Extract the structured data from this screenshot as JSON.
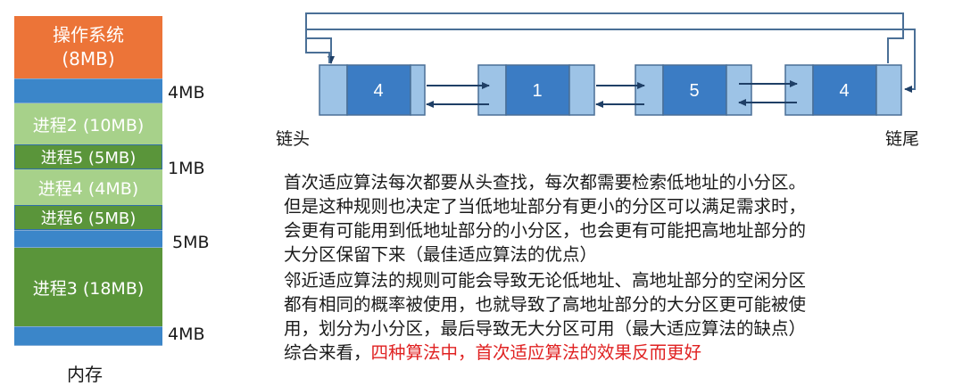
{
  "memory": {
    "caption": "内存",
    "blocks": [
      {
        "id": "os",
        "label": "操作系统",
        "sub": "(8MB)"
      },
      {
        "id": "p2",
        "label": "进程2 (10MB)"
      },
      {
        "id": "p5",
        "label": "进程5 (5MB)"
      },
      {
        "id": "p4",
        "label": "进程4 (4MB)"
      },
      {
        "id": "p6",
        "label": "进程6 (5MB)"
      },
      {
        "id": "p3",
        "label": "进程3 (18MB)"
      }
    ],
    "free_labels": [
      "4MB",
      "1MB",
      "5MB",
      "4MB"
    ]
  },
  "linked_list": {
    "head_label": "链头",
    "tail_label": "链尾",
    "nodes": [
      "4",
      "1",
      "5",
      "4"
    ],
    "colors": {
      "node_body": "#3b7cc4",
      "node_side": "#9dc3e6",
      "border": "#4a6f96",
      "arrow": "#1f3f66"
    }
  },
  "text": {
    "lines": [
      "首次适应算法每次都要从头查找，每次都需要检索低地址的小分区。",
      "但是这种规则也决定了当低地址部分有更小的分区可以满足需求时，",
      "会更有可能用到低地址部分的小分区，也会更有可能把高地址部分的",
      "大分区保留下来（最佳适应算法的优点）",
      "邻近适应算法的规则可能会导致无论低地址、高地址部分的空闲分区",
      "都有相同的概率被使用，也就导致了高地址部分的大分区更可能被使",
      "用，划分为小分区，最后导致无大分区可用（最大适应算法的缺点）"
    ],
    "last_line_prefix": "综合来看，",
    "last_line_highlight": "四种算法中，首次适应算法的效果反而更好",
    "highlight_color": "#e02222"
  }
}
